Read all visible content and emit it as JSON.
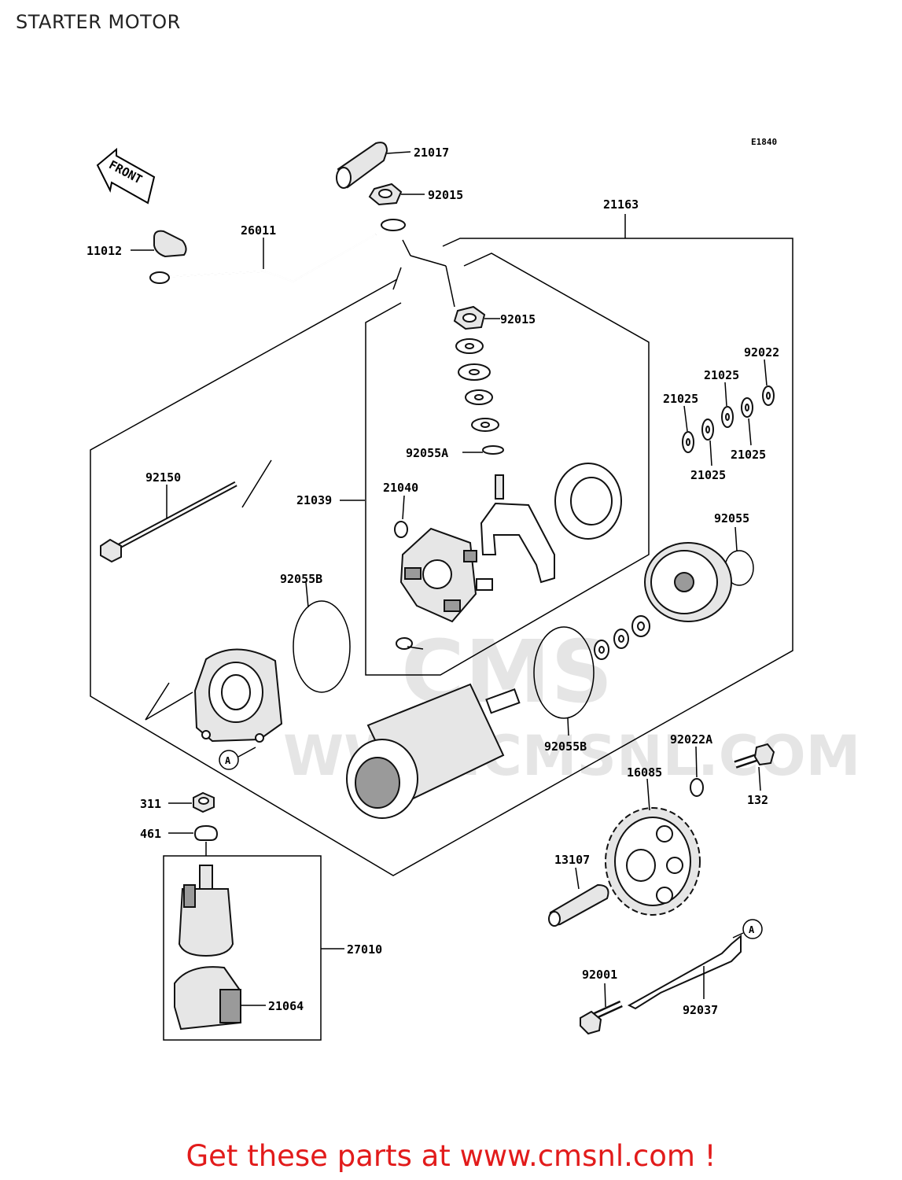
{
  "title": "STARTER MOTOR",
  "diagram_code": "E1840",
  "front_label": "FRONT",
  "watermark": {
    "brand": "CMS",
    "url": "WWW.CMSNL.COM"
  },
  "parts": {
    "p21017": "21017",
    "p92015_top": "92015",
    "p21163": "21163",
    "p11012": "11012",
    "p26011": "26011",
    "p92015_mid": "92015",
    "p92022": "92022",
    "p21025_a": "21025",
    "p21025_b": "21025",
    "p21025_c": "21025",
    "p21025_d": "21025",
    "p92055A": "92055A",
    "p92150": "92150",
    "p21039": "21039",
    "p21040": "21040",
    "p92055": "92055",
    "p92055B_left": "92055B",
    "p92055B_right": "92055B",
    "p92022A": "92022A",
    "p16085": "16085",
    "p132": "132",
    "p311": "311",
    "p461": "461",
    "p13107": "13107",
    "p27010": "27010",
    "p21064": "21064",
    "p92001": "92001",
    "p92037": "92037",
    "ref_a_left": "A",
    "ref_a_right": "A"
  },
  "footer": "Get these parts at www.cmsnl.com !"
}
